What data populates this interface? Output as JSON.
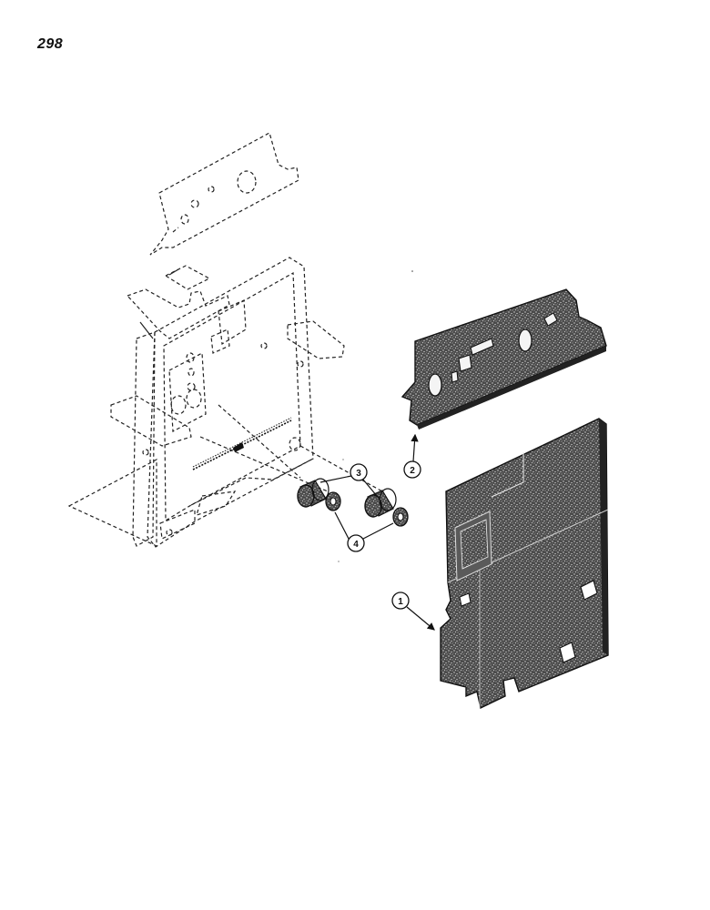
{
  "page": {
    "number": "298"
  },
  "callouts": [
    {
      "id": "callout-1",
      "label": "1"
    },
    {
      "id": "callout-2",
      "label": "2"
    },
    {
      "id": "callout-3",
      "label": "3"
    },
    {
      "id": "callout-4",
      "label": "4"
    }
  ]
}
